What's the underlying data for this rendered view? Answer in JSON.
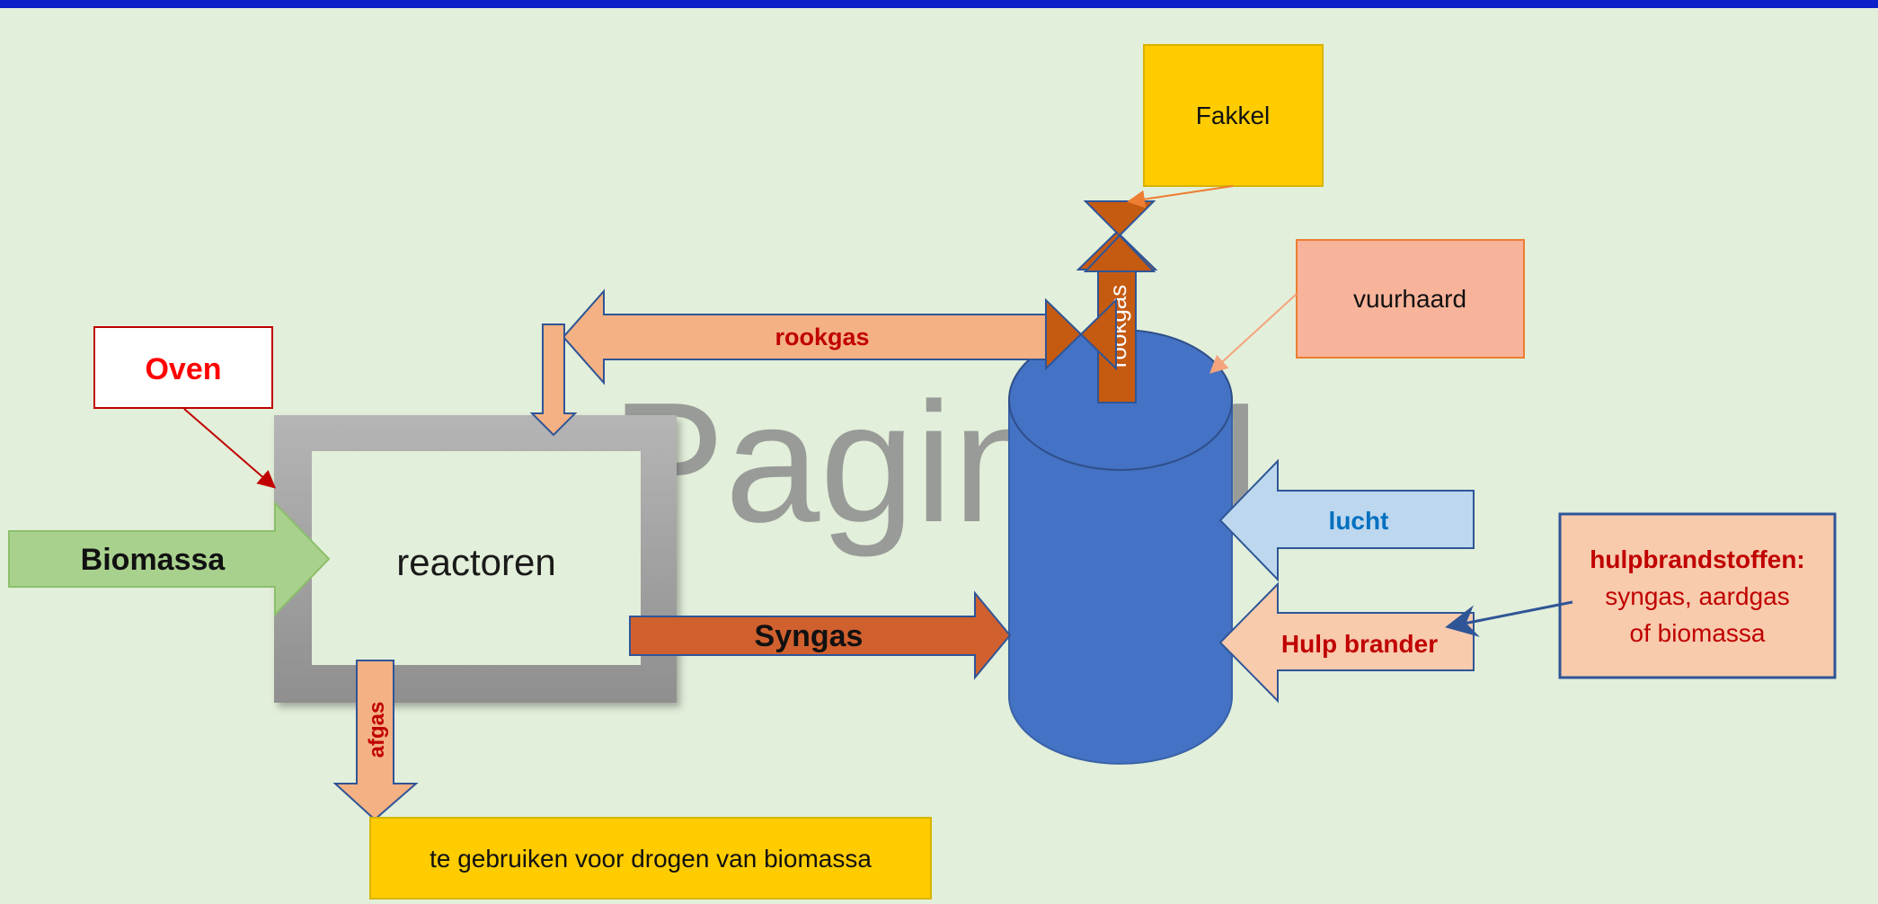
{
  "watermark": "Pagina 1",
  "labels": {
    "biomassa": "Biomassa",
    "reactoren": "reactoren",
    "oven": "Oven",
    "rookgas_horizontal": "rookgas",
    "rookgas_vertical": "rookgas",
    "fakkel": "Fakkel",
    "vuurhaard": "vuurhaard",
    "lucht": "lucht",
    "syngas": "Syngas",
    "hulp_brander": "Hulp brander",
    "hulpbrandstoffen_title": "hulpbrandstoffen:",
    "hulpbrandstoffen_line1": "syngas, aardgas",
    "hulpbrandstoffen_line2": "of biomassa",
    "afgas": "afgas",
    "drogen": "te gebruiken voor drogen van biomassa"
  },
  "colors": {
    "background": "#e2efda",
    "top_bar": "#0b20c8",
    "cylinder": "#4472c4",
    "salmon_arrow": "#f4b183",
    "dark_orange": "#c55a11",
    "syngas_arrow": "#d0602e",
    "green_arrow": "#a9d18e",
    "light_blue_arrow": "#bdd7ee",
    "yellow_box": "#ffcc00",
    "red_text": "#c00000",
    "bright_red_text": "#ff0000",
    "blue_text": "#0070c0"
  }
}
